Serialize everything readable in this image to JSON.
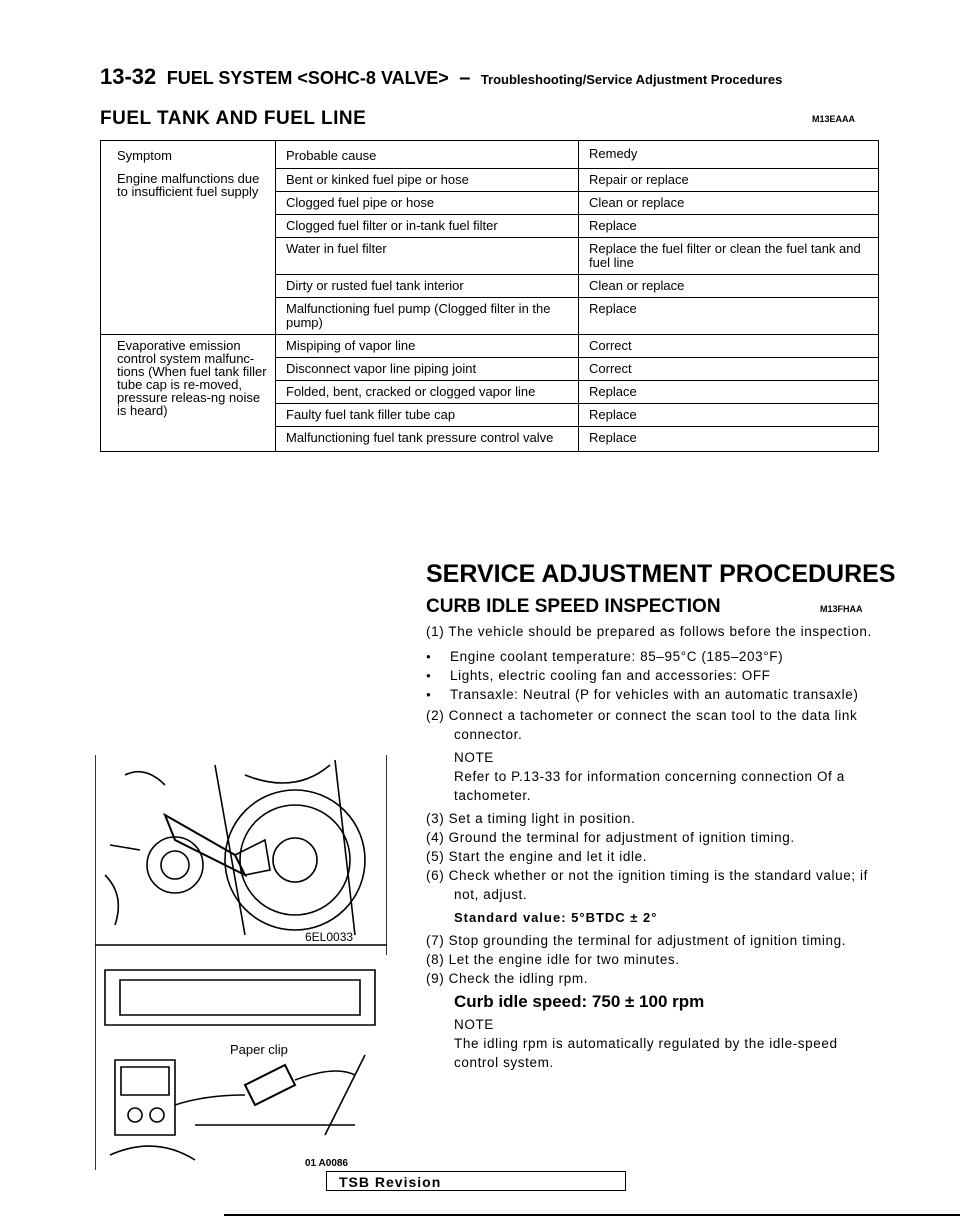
{
  "header": {
    "page_number": "13-32",
    "title": "FUEL SYSTEM <SOHC-8 VALVE>",
    "dash": "–",
    "subtitle": "Troubleshooting/Service Adjustment Procedures"
  },
  "section": {
    "title": "FUEL TANK AND FUEL LINE",
    "code": "M13EAAA"
  },
  "table": {
    "headers": [
      "Symptom",
      "Probable cause",
      "Remedy"
    ],
    "groups": [
      {
        "symptom": "Engine malfunctions due to insufficient fuel supply",
        "rows": [
          {
            "cause": "Bent or kinked fuel pipe or hose",
            "remedy": "Repair or replace"
          },
          {
            "cause": "Clogged fuel pipe or hose",
            "remedy": "Clean or replace"
          },
          {
            "cause": "Clogged fuel filter or in-tank fuel filter",
            "remedy": "Replace"
          },
          {
            "cause": "Water in fuel filter",
            "remedy": "Replace the fuel filter or clean the fuel tank and fuel line"
          },
          {
            "cause": "Dirty or rusted fuel tank interior",
            "remedy": "Clean or replace"
          },
          {
            "cause": "Malfunctioning fuel pump (Clogged filter in the pump)",
            "remedy": "Replace"
          }
        ]
      },
      {
        "symptom": "Evaporative emission control system malfunc-tions (When fuel tank filler tube cap is re-moved, pressure releas-ng noise is heard)",
        "rows": [
          {
            "cause": "Mispiping of vapor line",
            "remedy": "Correct"
          },
          {
            "cause": "Disconnect vapor line piping joint",
            "remedy": "Correct"
          },
          {
            "cause": "Folded, bent, cracked or clogged vapor line",
            "remedy": "Replace"
          },
          {
            "cause": "Faulty fuel tank filler tube cap",
            "remedy": "Replace"
          },
          {
            "cause": "Malfunctioning fuel tank pressure control valve",
            "remedy": "Replace"
          }
        ]
      }
    ]
  },
  "service": {
    "title": "SERVICE ADJUSTMENT PROCEDURES",
    "subtitle": "CURB IDLE SPEED INSPECTION",
    "code": "M13FHAA",
    "step1": "(1) The vehicle should be prepared as follows before the inspection.",
    "bullets": [
      "Engine coolant temperature: 85–95°C (185–203°F)",
      "Lights, electric cooling fan and accessories: OFF",
      "Transaxle: Neutral (P for vehicles with an automatic transaxle)"
    ],
    "step2": "(2) Connect a tachometer or connect the scan tool to the data link connector.",
    "note_label": "NOTE",
    "note1": "Refer to P.13-33 for information concerning connection Of a tachometer.",
    "step3": "(3) Set a timing light in position.",
    "step4": "(4) Ground the terminal for adjustment of ignition timing.",
    "step5": "(5) Start the engine and let it idle.",
    "step6": "(6) Check whether or not the ignition timing is the standard value; if not, adjust.",
    "standard": "Standard value: 5°BTDC ± 2°",
    "step7": "(7) Stop grounding the terminal for adjustment of ignition timing.",
    "step8": "(8) Let the engine idle for two minutes.",
    "step9": "(9) Check the idling rpm.",
    "curb": "Curb idle speed: 750 ± 100 rpm",
    "note2_label": "NOTE",
    "note2": "The idling rpm is automatically regulated by the idle-speed control system."
  },
  "figures": {
    "fig1_code": "6EL0033",
    "fig2_label": "Paper clip",
    "fig2_code": "01 A0086"
  },
  "footer": {
    "tsb": "TSB Revision"
  }
}
